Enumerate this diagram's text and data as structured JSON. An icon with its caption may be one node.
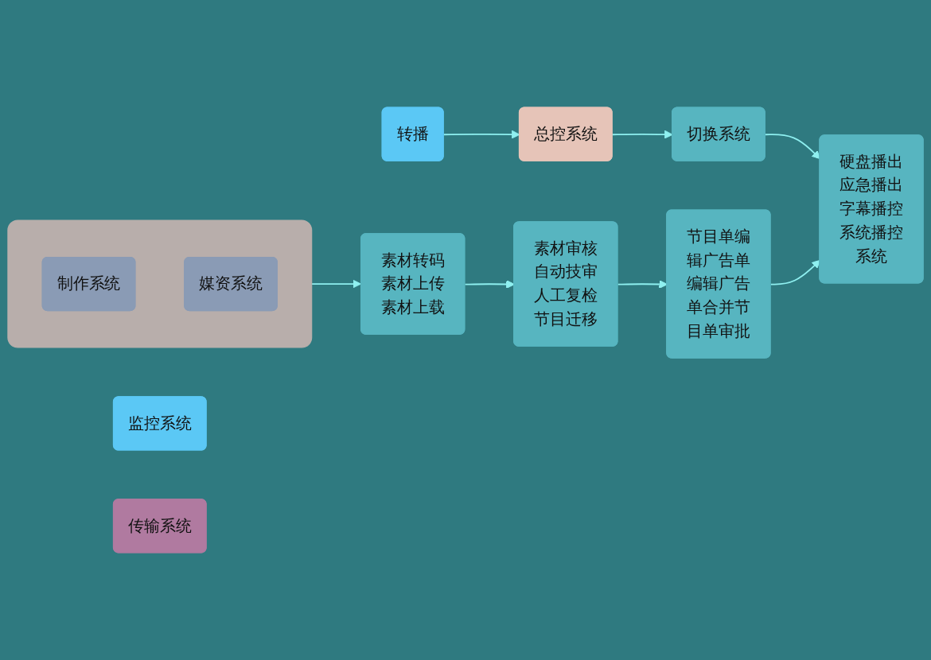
{
  "diagram": {
    "nodes": [
      {
        "text": [
          "转播"
        ]
      },
      {
        "text": [
          "总控系统"
        ]
      },
      {
        "text": [],
        "shape": "box"
      },
      {
        "text": [
          "制作系统"
        ],
        "in": 2
      },
      {
        "text": [
          "媒资系统"
        ],
        "in": 2
      },
      {
        "text": [
          "素材转码素材上传素材上载"
        ]
      },
      {
        "text": [
          "切换系统"
        ]
      },
      {
        "text": [
          "硬盘播出应急播出字幕播控系统播控系统"
        ]
      },
      {
        "text": [
          "素材审核自动技审人工复检节目迁移"
        ]
      },
      {
        "text": [
          "节目单编辑广告单编辑广告单合并节目单审批"
        ]
      },
      {
        "text": [
          "监控系统"
        ]
      },
      {
        "text": [
          "传输系统"
        ]
      }
    ],
    "edges": [
      {
        "from": 0,
        "to": 1,
        "arrow": "to"
      },
      {
        "from": 1,
        "to": 6,
        "arrow": "to"
      },
      {
        "from": 2,
        "to": 5,
        "arrow": "to"
      },
      {
        "from": 5,
        "to": 8,
        "arrow": "to"
      },
      {
        "from": 6,
        "to": 7,
        "arrow": "to"
      },
      {
        "from": 8,
        "to": 9,
        "arrow": "to"
      },
      {
        "from": 9,
        "to": 7,
        "arrow": "to"
      }
    ]
  }
}
